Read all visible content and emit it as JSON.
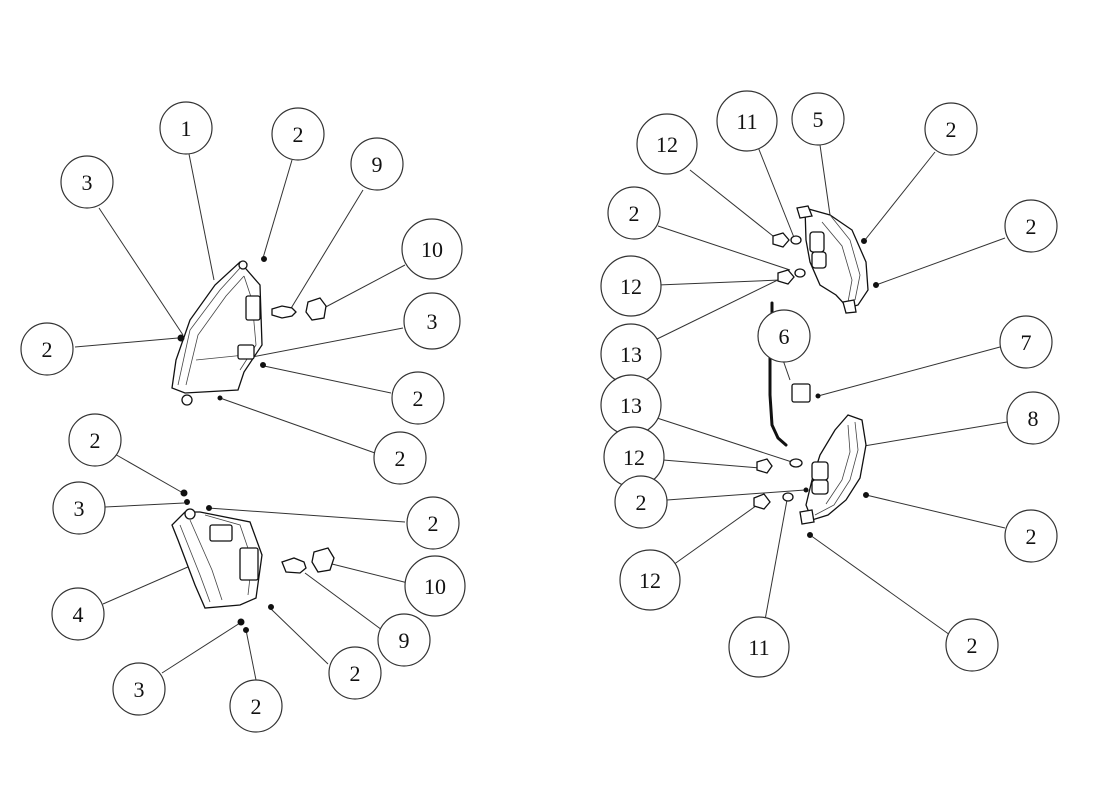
{
  "callouts": [
    {
      "id": "c1",
      "label": "1"
    },
    {
      "id": "c2",
      "label": "2"
    },
    {
      "id": "c3",
      "label": "3"
    },
    {
      "id": "c4",
      "label": "9"
    },
    {
      "id": "c5",
      "label": "10"
    },
    {
      "id": "c6",
      "label": "2"
    },
    {
      "id": "c7",
      "label": "3"
    },
    {
      "id": "c8",
      "label": "2"
    },
    {
      "id": "c9",
      "label": "2"
    },
    {
      "id": "c10",
      "label": "2"
    },
    {
      "id": "c11",
      "label": "3"
    },
    {
      "id": "c12",
      "label": "2"
    },
    {
      "id": "c13",
      "label": "4"
    },
    {
      "id": "c14",
      "label": "10"
    },
    {
      "id": "c15",
      "label": "9"
    },
    {
      "id": "c16",
      "label": "2"
    },
    {
      "id": "c17",
      "label": "3"
    },
    {
      "id": "c18",
      "label": "2"
    },
    {
      "id": "c19",
      "label": "12"
    },
    {
      "id": "c20",
      "label": "11"
    },
    {
      "id": "c21",
      "label": "5"
    },
    {
      "id": "c22",
      "label": "2"
    },
    {
      "id": "c23",
      "label": "2"
    },
    {
      "id": "c24",
      "label": "2"
    },
    {
      "id": "c25",
      "label": "12"
    },
    {
      "id": "c26",
      "label": "13"
    },
    {
      "id": "c27",
      "label": "6"
    },
    {
      "id": "c28",
      "label": "7"
    },
    {
      "id": "c29",
      "label": "13"
    },
    {
      "id": "c30",
      "label": "8"
    },
    {
      "id": "c31",
      "label": "12"
    },
    {
      "id": "c32",
      "label": "2"
    },
    {
      "id": "c33",
      "label": "2"
    },
    {
      "id": "c34",
      "label": "12"
    },
    {
      "id": "c35",
      "label": "11"
    },
    {
      "id": "c36",
      "label": "2"
    }
  ],
  "colors": {
    "line": "#111111",
    "background": "#ffffff"
  }
}
